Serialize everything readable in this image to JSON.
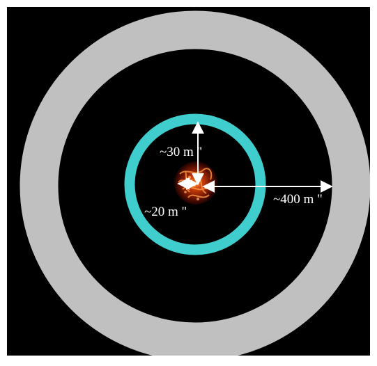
{
  "diagram": {
    "labels": {
      "inner_radius": "~20 m \"",
      "ring_radius": "~30 m \"",
      "outer_radius": "~400 m \""
    }
  },
  "colors": {
    "background": "#000000",
    "page": "#ffffff",
    "outer_ring": "#c0c0c0",
    "inner_ring": "#3fcdcd",
    "arrows": "#ffffff",
    "label_text": "#ffffff",
    "core_dark": "#3a0600",
    "core_mid": "#b02a05",
    "core_bright": "#ff8a3a"
  }
}
